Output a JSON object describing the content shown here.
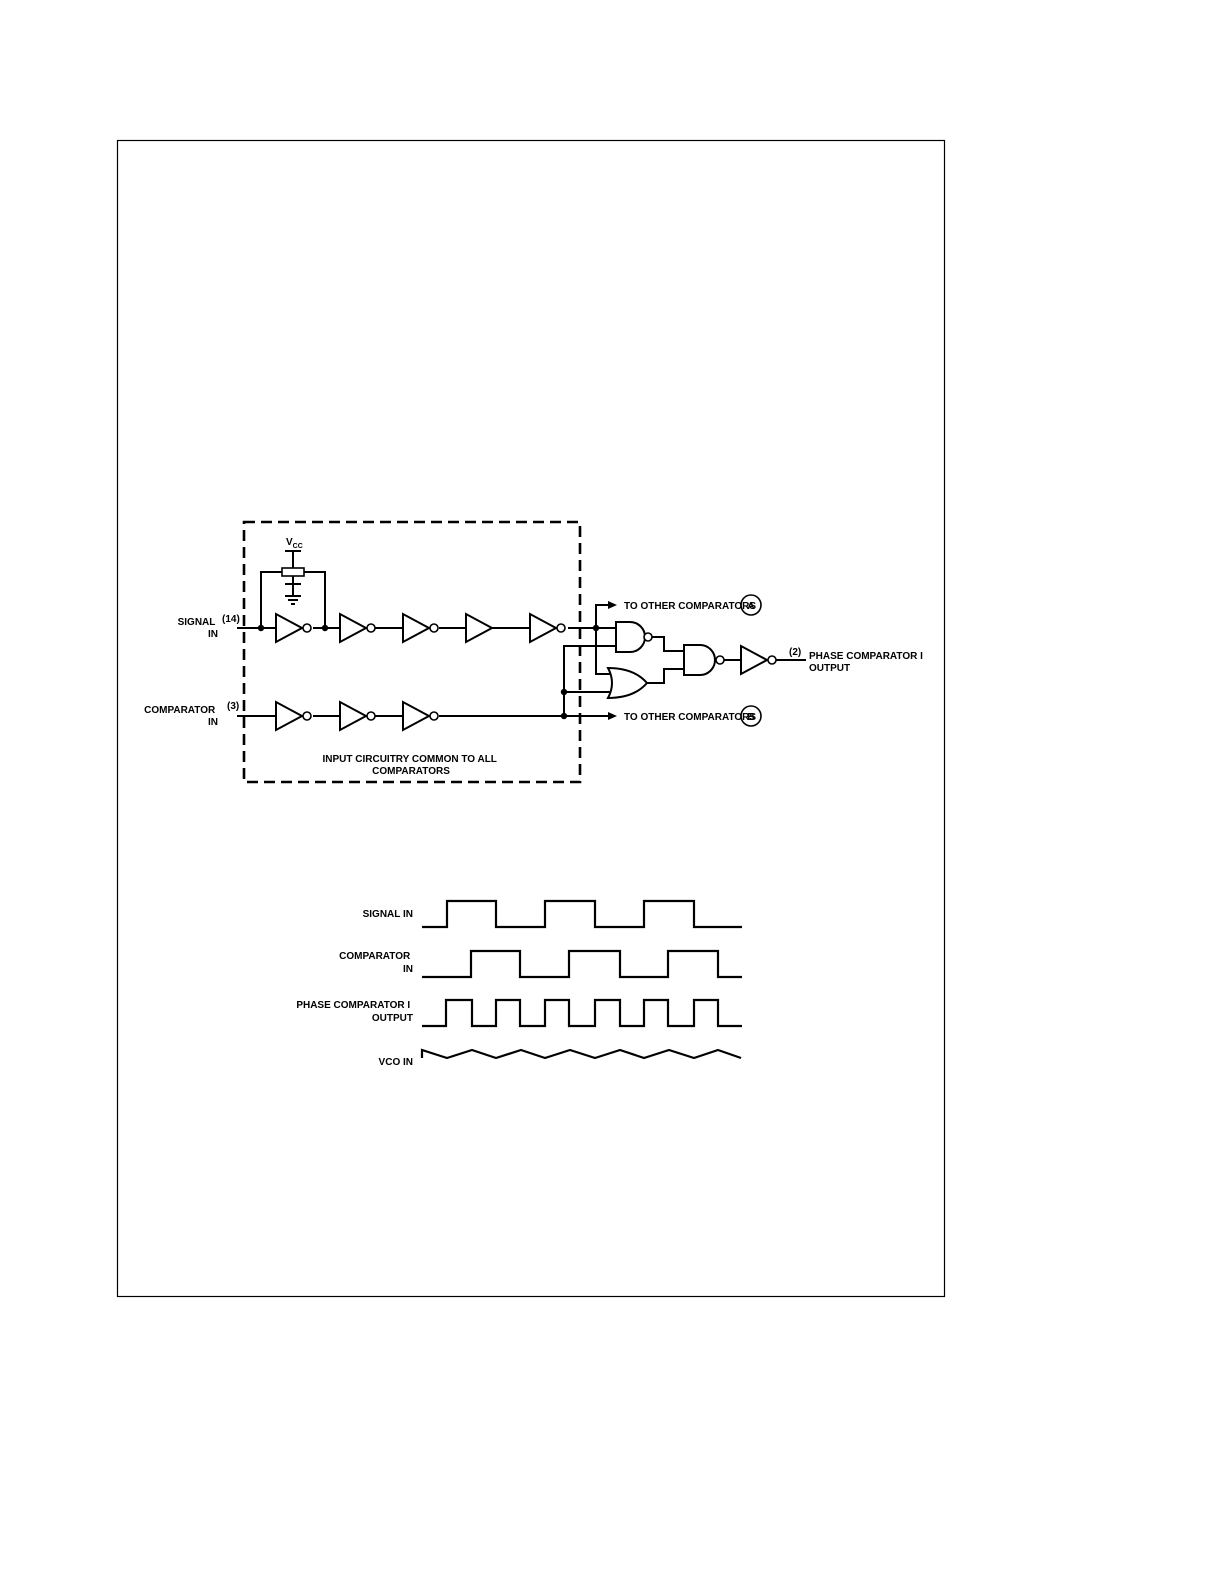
{
  "schematic": {
    "signal_in_label": [
      "SIGNAL",
      "IN"
    ],
    "signal_in_pin": "(14)",
    "comparator_in_label": [
      "COMPARATOR",
      "IN"
    ],
    "comparator_in_pin": "(3)",
    "vcc_label": "V",
    "vcc_subscript": "CC",
    "to_other_a": "TO OTHER COMPARATORS",
    "to_other_b": "TO OTHER COMPARATORS",
    "connector_a": "A",
    "connector_b": "B",
    "output_pin": "(2)",
    "output_label": [
      "PHASE COMPARATOR I",
      "OUTPUT"
    ],
    "common_box_label": [
      "INPUT CIRCUITRY COMMON TO ALL",
      "COMPARATORS"
    ]
  },
  "timing": {
    "signal_in_label": [
      "SIGNAL IN"
    ],
    "comparator_in_label": [
      "COMPARATOR",
      "IN"
    ],
    "phase_output_label": [
      "PHASE COMPARATOR I",
      "OUTPUT"
    ],
    "vco_in_label": [
      "VCO IN"
    ]
  }
}
